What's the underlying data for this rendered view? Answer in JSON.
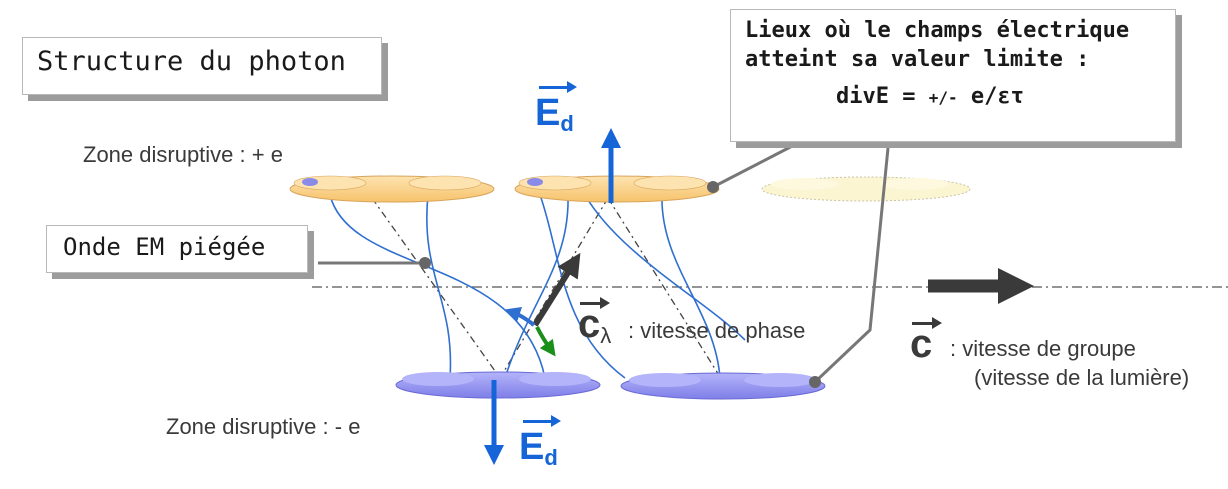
{
  "title_box": {
    "text": "Structure du photon"
  },
  "wave_box": {
    "text": "Onde EM piégée"
  },
  "limit_box": {
    "line1": "Lieux où le champs électrique",
    "line2": "atteint sa valeur limite :",
    "formula_main": "divE = ",
    "formula_sign": "+/-",
    "formula_rest": " e/ετ"
  },
  "labels": {
    "zone_plus": "Zone disruptive : + e",
    "zone_minus": "Zone disruptive : - e",
    "phase_velocity": ": vitesse de phase",
    "group_velocity": ": vitesse de groupe",
    "group_velocity_note": "(vitesse de la lumière)"
  },
  "symbols": {
    "field": "E",
    "field_sub": "d",
    "speed": "c",
    "speed_sub": "λ"
  },
  "colors": {
    "field_blue": "#1565d8",
    "wave_blue": "#2f6fd0",
    "phase_green": "#1a8f1a",
    "dark_gray": "#3a3a3a",
    "cloud_orange": "#fbd28a",
    "cloud_purple": "#8f8ff0"
  }
}
